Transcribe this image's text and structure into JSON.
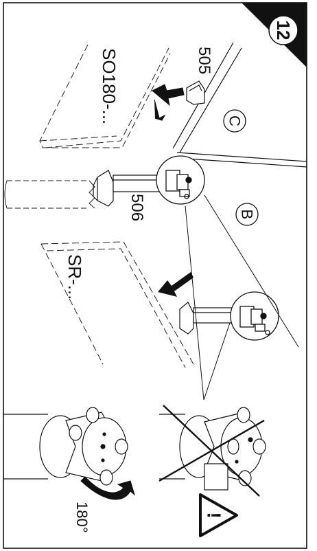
{
  "step": {
    "number": "12"
  },
  "labels": {
    "part_505": "505",
    "part_506": "506",
    "profile_so": "SO180-...",
    "profile_sr": "SR-...",
    "view_c": "C",
    "view_b": "B",
    "rotation": "180°"
  },
  "warning": {
    "symbol": "!"
  },
  "icons": {
    "arrow_c": "up-left-arrow-icon",
    "arrow_b": "up-left-arrow-icon",
    "rotate": "curved-arrow-icon",
    "forbidden": "cross-out-icon",
    "warning": "warning-triangle-icon"
  }
}
